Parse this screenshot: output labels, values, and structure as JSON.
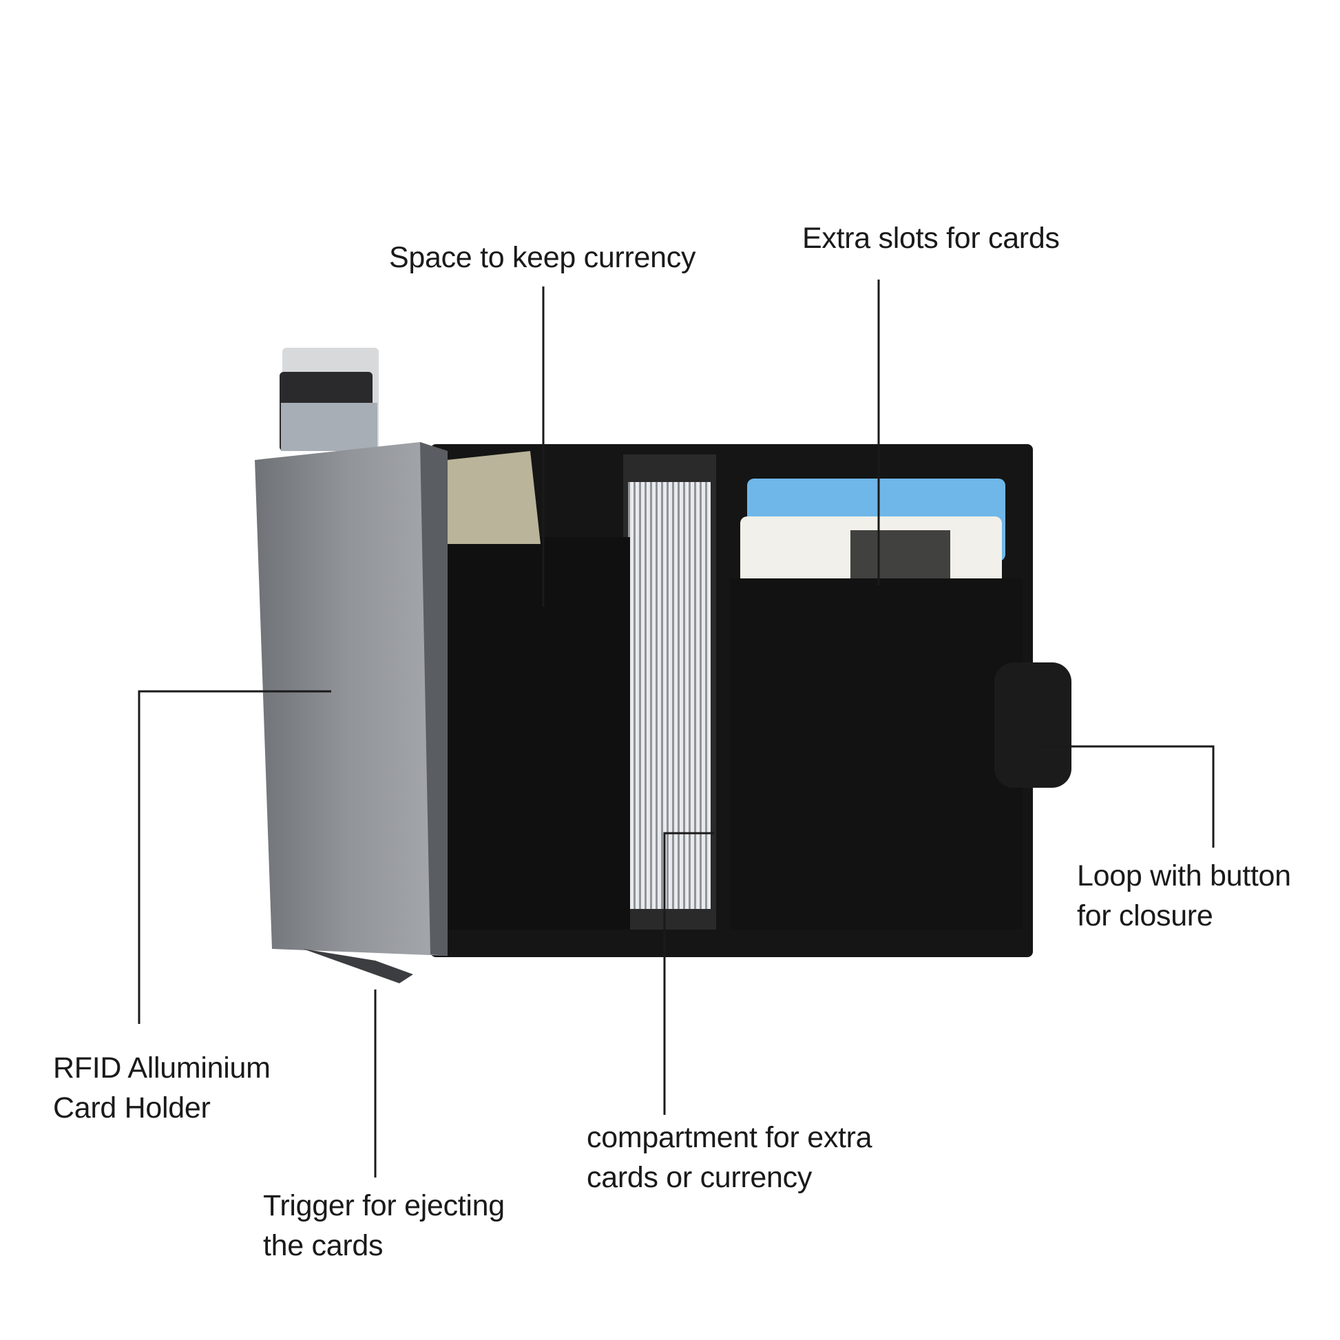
{
  "labels": {
    "currency": "Space to keep currency",
    "card_slots": "Extra slots for cards",
    "rfid": [
      "RFID Alluminium",
      "Card Holder"
    ],
    "trigger": [
      "Trigger for ejecting",
      "the cards"
    ],
    "compartment": [
      "compartment for extra",
      "cards or currency"
    ],
    "loop": [
      "Loop with button",
      "for closure"
    ]
  },
  "colors": {
    "aluminium": "#8e9194",
    "leather": "#151515",
    "lining": "#c9ccd1",
    "leader_line": "#1a1a1a"
  }
}
